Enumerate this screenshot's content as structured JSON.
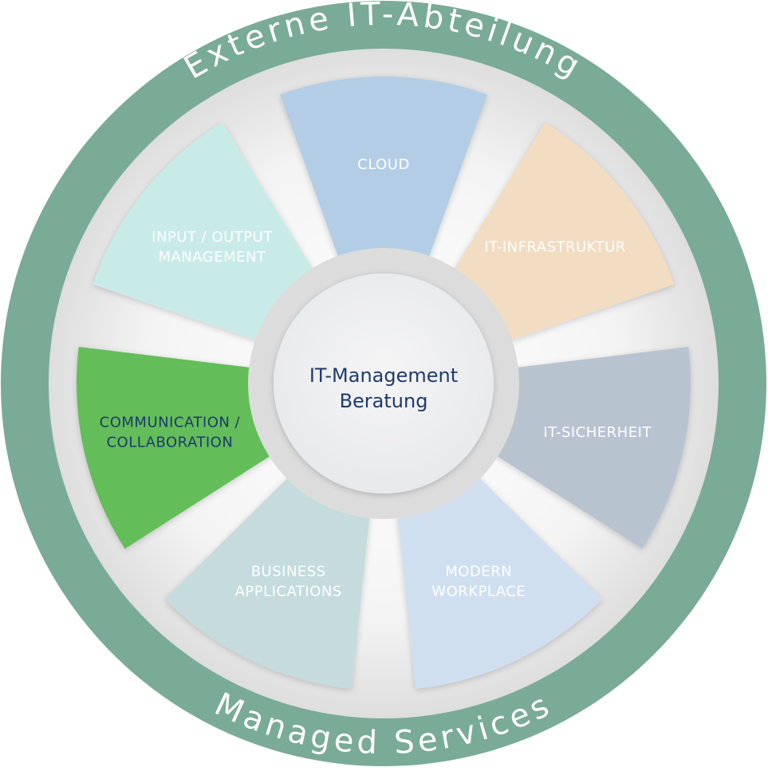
{
  "ring": {
    "top_label": "Externe IT-Abteilung",
    "bottom_label": "Managed Services",
    "color": "#7aab96"
  },
  "center": {
    "line1": "IT-Management",
    "line2": "Beratung"
  },
  "segments": [
    {
      "id": "cloud",
      "lines": [
        "CLOUD"
      ],
      "fill": "#b3cde6",
      "text_color": "#ffffff"
    },
    {
      "id": "it-infrastruktur",
      "lines": [
        "IT-INFRASTRUKTUR"
      ],
      "fill": "#f2dcc2",
      "text_color": "#ffffff"
    },
    {
      "id": "it-sicherheit",
      "lines": [
        "IT-SICHERHEIT"
      ],
      "fill": "#b8c3d0",
      "text_color": "#ffffff"
    },
    {
      "id": "modern-workplace",
      "lines": [
        "MODERN",
        "WORKPLACE"
      ],
      "fill": "#cfdff0",
      "text_color": "#ffffff"
    },
    {
      "id": "business-applications",
      "lines": [
        "BUSINESS",
        "APPLICATIONS"
      ],
      "fill": "#c5dbdd",
      "text_color": "#ffffff"
    },
    {
      "id": "communication-collaboration",
      "lines": [
        "COMMUNICATION /",
        "COLLABORATION"
      ],
      "fill": "#63bd59",
      "text_color": "#1e3a6e"
    },
    {
      "id": "input-output-management",
      "lines": [
        "INPUT / OUTPUT",
        "MANAGEMENT"
      ],
      "fill": "#c8ebe8",
      "text_color": "#ffffff"
    }
  ]
}
